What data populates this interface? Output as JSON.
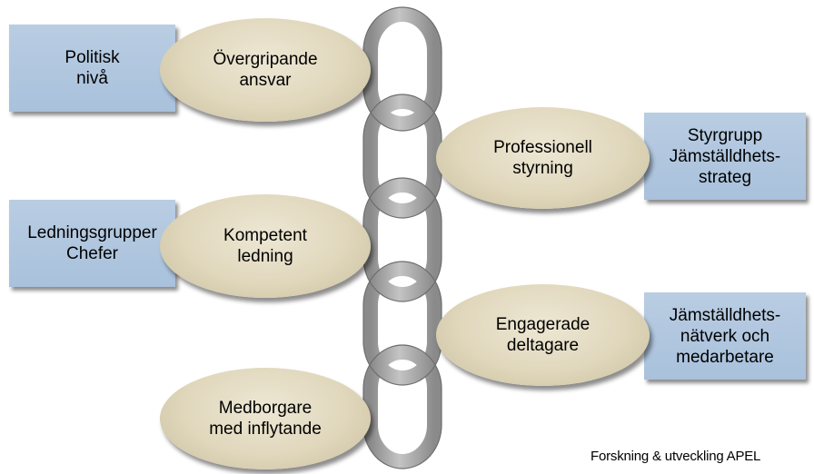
{
  "boxes": {
    "politisk": "Politisk\nnivå",
    "ledning": "Ledningsgrupper\nChefer",
    "styrgrupp": "Styrgrupp\nJämställdhets-\nstrateg",
    "natverk": "Jämställdhets-\nnätverk och\nmedarbetare"
  },
  "ellipses": {
    "overgripande": "Övergripande\nansvar",
    "kompetent": "Kompetent\nledning",
    "medborgare": "Medborgare\nmed inflytande",
    "professionell": "Professionell\nstyrning",
    "engagerade": "Engagerade\ndeltagare"
  },
  "footer": "Forskning & utveckling APEL",
  "colors": {
    "box_fill": "#aec4de",
    "ellipse_fill": "#e3dbc2",
    "chain": "#a0a0a0"
  }
}
